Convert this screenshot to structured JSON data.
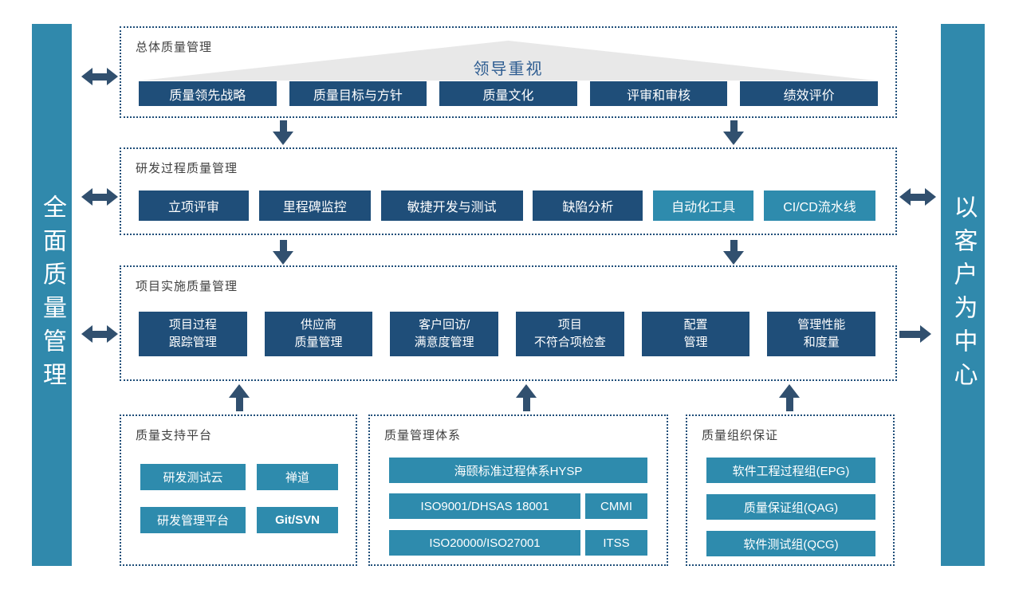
{
  "sidebars": {
    "left": "全面质量管理",
    "right": "以客户为中心"
  },
  "sections": {
    "overall": {
      "title": "总体质量管理",
      "banner": "领导重视",
      "buttons": [
        "质量领先战略",
        "质量目标与方针",
        "质量文化",
        "评审和审核",
        "绩效评价"
      ]
    },
    "rd_process": {
      "title": "研发过程质量管理",
      "buttons": [
        "立项评审",
        "里程碑监控",
        "敏捷开发与测试",
        "缺陷分析",
        "自动化工具",
        "CI/CD流水线"
      ]
    },
    "project_impl": {
      "title": "项目实施质量管理",
      "buttons": [
        "项目过程\n跟踪管理",
        "供应商\n质量管理",
        "客户回访/\n满意度管理",
        "项目\n不符合项检查",
        "配置\n管理",
        "管理性能\n和度量"
      ]
    },
    "support_platform": {
      "title": "质量支持平台",
      "buttons": [
        "研发测试云",
        "禅道",
        "研发管理平台",
        "Git/SVN"
      ]
    },
    "management_system": {
      "title": "质量管理体系",
      "buttons": [
        "海颐标准过程体系HYSP",
        "ISO9001/DHSAS 18001",
        "CMMI",
        "ISO20000/ISO27001",
        "ITSS"
      ]
    },
    "org_assurance": {
      "title": "质量组织保证",
      "buttons": [
        "软件工程过程组(EPG)",
        "质量保证组(QAG)",
        "软件测试组(QCG)"
      ]
    }
  },
  "colors": {
    "navy_chip": "#1F4E79",
    "teal_chip": "#2E8BAD",
    "side_bar": "#3089AC",
    "arrow": "#31506F",
    "dotted_border": "#1F4E79",
    "triangle_gray": "#E8E8E8",
    "banner_text": "#2D5C91",
    "section_title_text": "#3F3F3F"
  }
}
